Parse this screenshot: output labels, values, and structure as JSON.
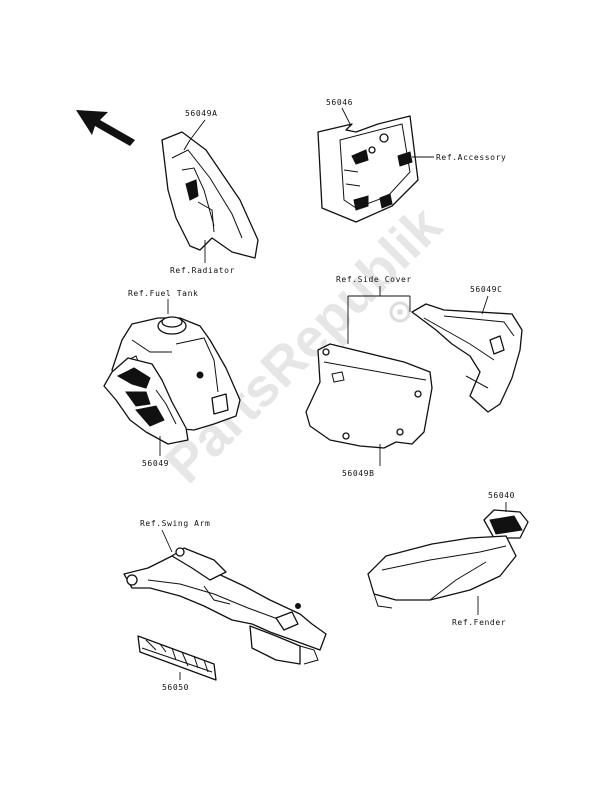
{
  "watermark": "PartsRepublik",
  "labels": {
    "p56049a": "56049A",
    "p56046": "56046",
    "ref_accessory": "Ref.Accessory",
    "ref_radiator": "Ref.Radiator",
    "ref_fuel_tank": "Ref.Fuel Tank",
    "ref_side_cover": "Ref.Side Cover",
    "p56049c": "56049C",
    "p56049": "56049",
    "p56049b": "56049B",
    "p56040": "56040",
    "ref_swing_arm": "Ref.Swing Arm",
    "ref_fender": "Ref.Fender",
    "p56050": "56050"
  },
  "colors": {
    "ink": "#111111",
    "paper": "#ffffff",
    "watermark": "#e6e6e6"
  },
  "icons": {
    "direction": "front-arrow-icon",
    "logo": "gear-logo-icon"
  }
}
